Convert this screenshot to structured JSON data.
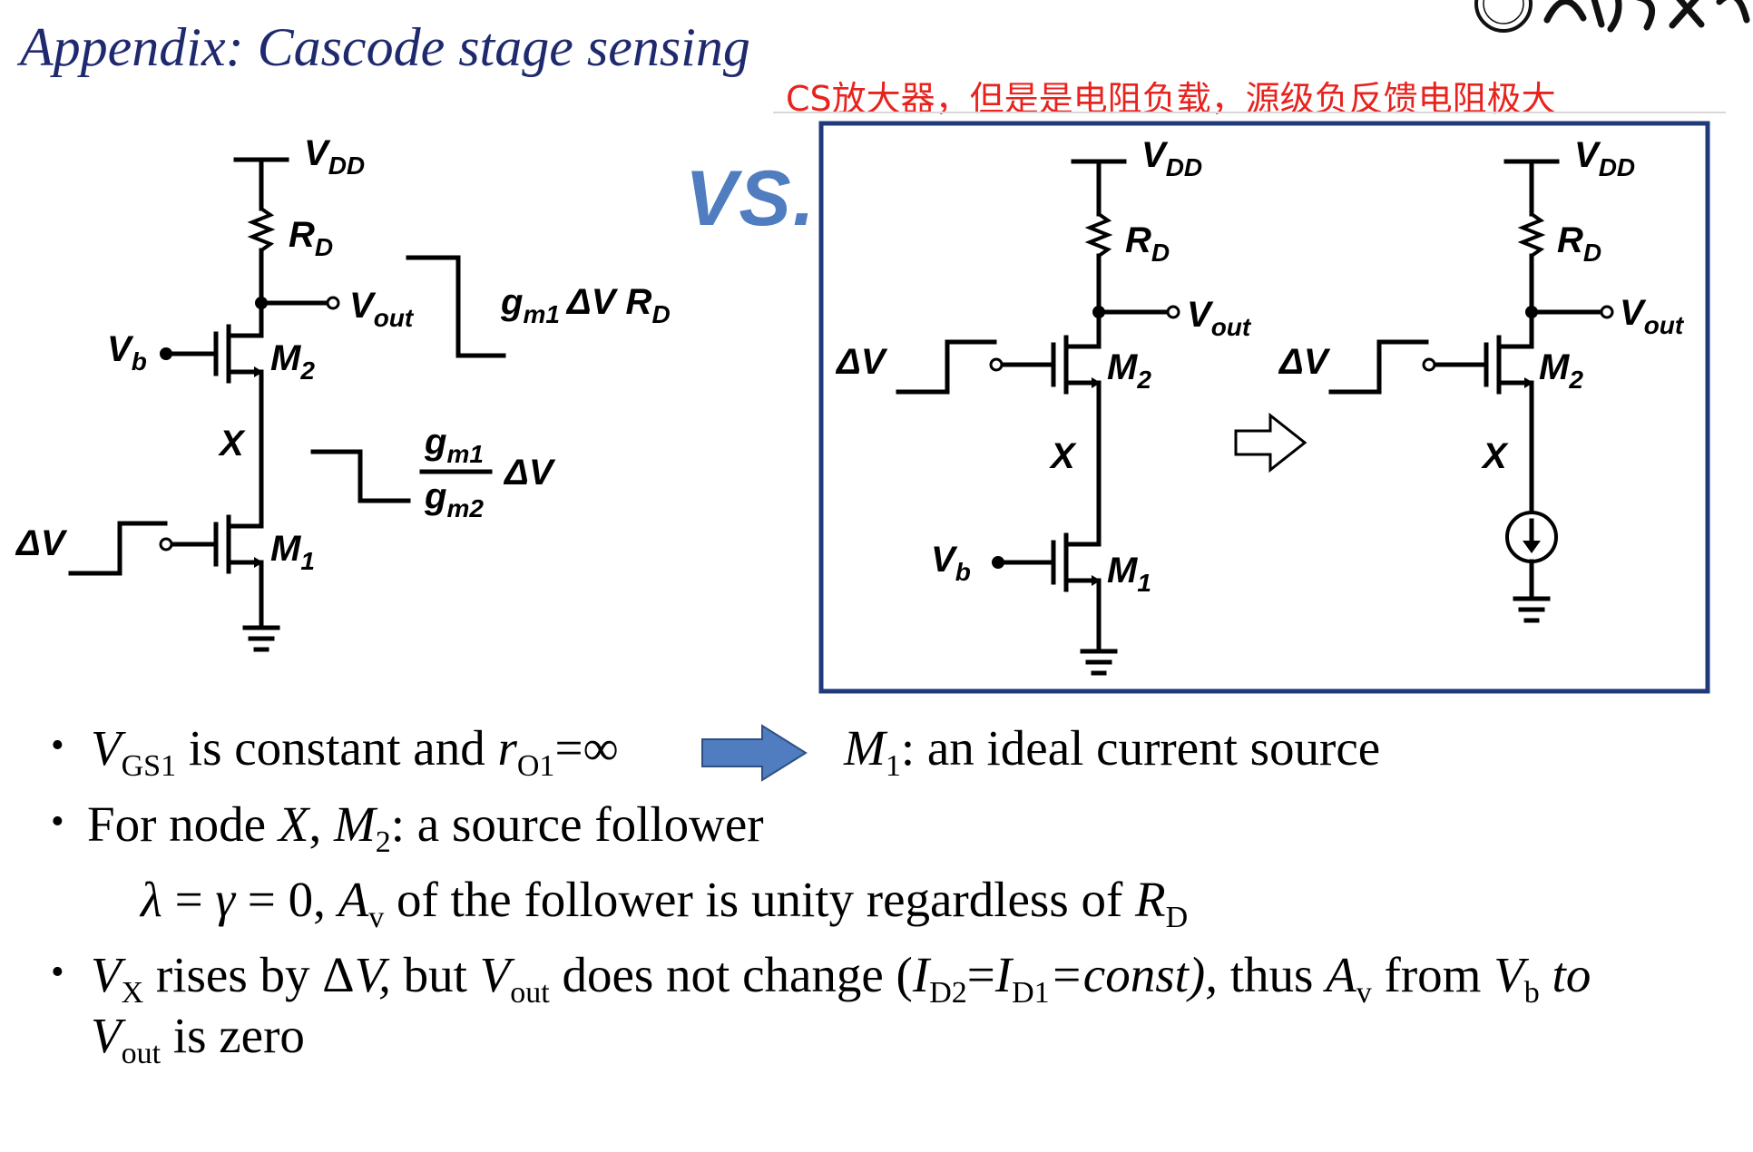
{
  "slide": {
    "title": "Appendix: Cascode stage sensing",
    "annotation": "CS放大器，但是是电阻负载，源级负反馈电阻极大",
    "vs_label": "VS."
  },
  "left_circuit": {
    "vdd": "V",
    "vdd_sub": "DD",
    "rd": "R",
    "rd_sub": "D",
    "vout": "V",
    "vout_sub": "out",
    "vb": "V",
    "vb_sub": "b",
    "m2": "M",
    "m2_sub": "2",
    "x": "X",
    "m1": "M",
    "m1_sub": "1",
    "dv": "ΔV",
    "out_gain": "g",
    "out_gain_sub": "m1",
    "out_gain_rest": "ΔV R",
    "out_gain_rest_sub": "D",
    "x_gain_num": "g",
    "x_gain_num_sub": "m1",
    "x_gain_den": "g",
    "x_gain_den_sub": "m2",
    "x_gain_rest": "ΔV"
  },
  "right_circuit_a": {
    "vdd": "V",
    "vdd_sub": "DD",
    "rd": "R",
    "rd_sub": "D",
    "vout": "V",
    "vout_sub": "out",
    "dv": "ΔV",
    "m2": "M",
    "m2_sub": "2",
    "x": "X",
    "vb": "V",
    "vb_sub": "b",
    "m1": "M",
    "m1_sub": "1"
  },
  "right_circuit_b": {
    "vdd": "V",
    "vdd_sub": "DD",
    "rd": "R",
    "rd_sub": "D",
    "vout": "V",
    "vout_sub": "out",
    "dv": "ΔV",
    "m2": "M",
    "m2_sub": "2",
    "x": "X"
  },
  "bullets": {
    "b1_v": "V",
    "b1_v_sub": "GS1",
    "b1_text": " is constant and ",
    "b1_r": "r",
    "b1_r_sub": "O1",
    "b1_eq": "=∞",
    "b1_m": "M",
    "b1_m_sub": "1",
    "b1_result": ": an ideal current source",
    "b2_pre": "For node ",
    "b2_x": "X",
    "b2_comma": ", ",
    "b2_m": "M",
    "b2_m_sub": "2",
    "b2_rest": ": a source follower",
    "b3_lambda": "λ",
    "b3_eq1": " = ",
    "b3_gamma": "γ",
    "b3_eq2": " = 0, ",
    "b3_a": "A",
    "b3_a_sub": "v",
    "b3_rest": " of the follower is unity regardless of ",
    "b3_r": "R",
    "b3_r_sub": "D",
    "b4_v": "V",
    "b4_v_sub": "X",
    "b4_t1": " rises by Δ",
    "b4_dv": "V,",
    "b4_t2": " but ",
    "b4_vout": "V",
    "b4_vout_sub": "out",
    "b4_t3": " does not change (",
    "b4_i2": "I",
    "b4_i2_sub": "D2",
    "b4_eq": "=",
    "b4_i1": "I",
    "b4_i1_sub": "D1",
    "b4_const": "=const),",
    "b4_t4": " thus ",
    "b4_a": "A",
    "b4_a_sub": "v",
    "b4_t5": " from ",
    "b4_vb": "V",
    "b4_vb_sub": "b",
    "b4_to": " to",
    "b5_v": "V",
    "b5_v_sub": "out",
    "b5_rest": " is zero"
  },
  "colors": {
    "title": "#1f2a6e",
    "annotation": "#e8231e",
    "vs": "#4f7dc0",
    "arrow": "#4f7dc0",
    "box": "#1f3a7a"
  }
}
